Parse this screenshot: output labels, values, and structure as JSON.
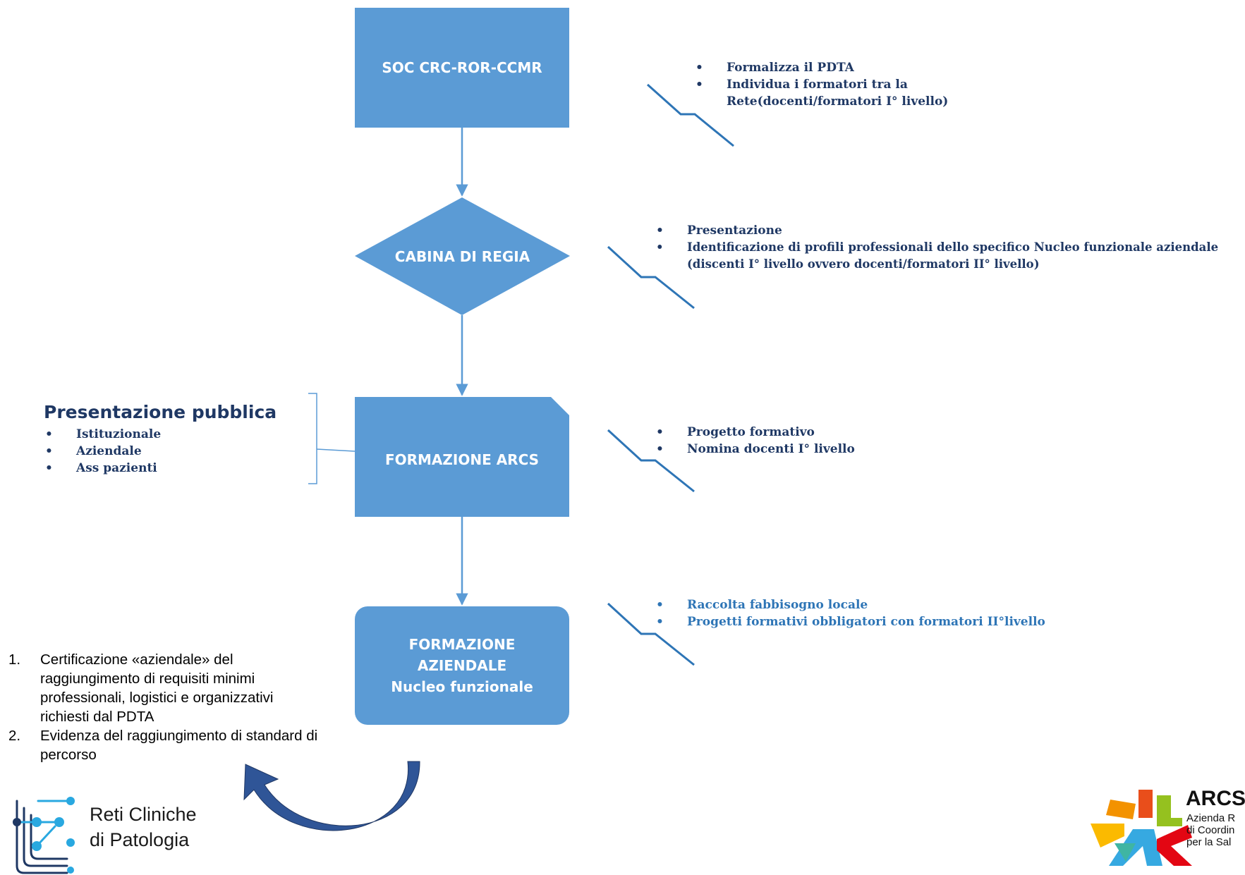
{
  "colors": {
    "node": "#5b9bd5",
    "arrow": "#5b9bd5",
    "dark_text": "#1f3864",
    "light_text": "#2e75b6",
    "curved_arrow": "#2f5597"
  },
  "nodes": {
    "soc": "SOC CRC-ROR-CCMR",
    "cabina": "CABINA DI REGIA",
    "formazione_arcs": "FORMAZIONE ARCS",
    "formazione_aziendale": [
      "FORMAZIONE",
      "AZIENDALE",
      "Nucleo funzionale"
    ]
  },
  "notes": {
    "soc": [
      "Formalizza il PDTA",
      "Individua i formatori tra la Rete(docenti/formatori I° livello)"
    ],
    "cabina": [
      "Presentazione",
      "Identificazione di profili professionali dello specifico Nucleo funzionale aziendale (discenti I° livello ovvero docenti/formatori II° livello)"
    ],
    "arcs": [
      "Progetto formativo",
      "Nomina docenti I° livello"
    ],
    "aziendale": [
      "Raccolta fabbisogno locale",
      "Progetti formativi obbligatori con formatori II°livello"
    ]
  },
  "presentazione_pubblica": {
    "title": "Presentazione pubblica",
    "items": [
      "Istituzionale",
      "Aziendale",
      "Ass pazienti"
    ]
  },
  "requirements": [
    {
      "num": "1.",
      "text": "Certificazione «aziendale» del raggiungimento di requisiti minimi professionali, logistici e organizzativi richiesti dal PDTA"
    },
    {
      "num": "2.",
      "text": "Evidenza del raggiungimento di standard di percorso"
    }
  ],
  "logo_reti": {
    "line1": "Reti Cliniche",
    "line2": "di Patologia"
  },
  "logo_arcs": {
    "title": "ARCS",
    "lines": [
      "Azienda R",
      "di Coordin",
      "per la Sal"
    ]
  }
}
